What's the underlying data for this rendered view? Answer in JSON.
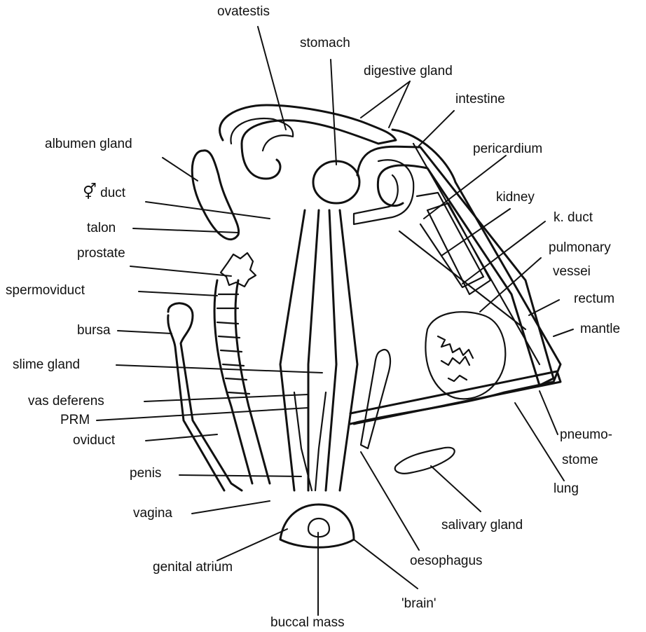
{
  "labels": {
    "ovatestis": "ovatestis",
    "stomach": "stomach",
    "digestive_gland": "digestive gland",
    "intestine": "intestine",
    "albumen_gland": "albumen gland",
    "pericardium": "pericardium",
    "hermaphrodite_symbol": "⚥",
    "duct": "duct",
    "kidney": "kidney",
    "k_duct": "k. duct",
    "talon": "talon",
    "pulmonary": "pulmonary",
    "vessel": "vessei",
    "prostate": "prostate",
    "spermoviduct": "spermoviduct",
    "rectum": "rectum",
    "bursa": "bursa",
    "mantle": "mantle",
    "slime_gland": "slime gland",
    "vas_deferens": "vas deferens",
    "prm": "PRM",
    "oviduct": "oviduct",
    "pneumo": "pneumo-",
    "stome": "stome",
    "penis": "penis",
    "lung": "lung",
    "vagina": "vagina",
    "salivary_gland": "salivary gland",
    "genital_atrium": "genital atrium",
    "oesophagus": "oesophagus",
    "brain": "'brain'",
    "buccal_mass": "buccal mass"
  }
}
